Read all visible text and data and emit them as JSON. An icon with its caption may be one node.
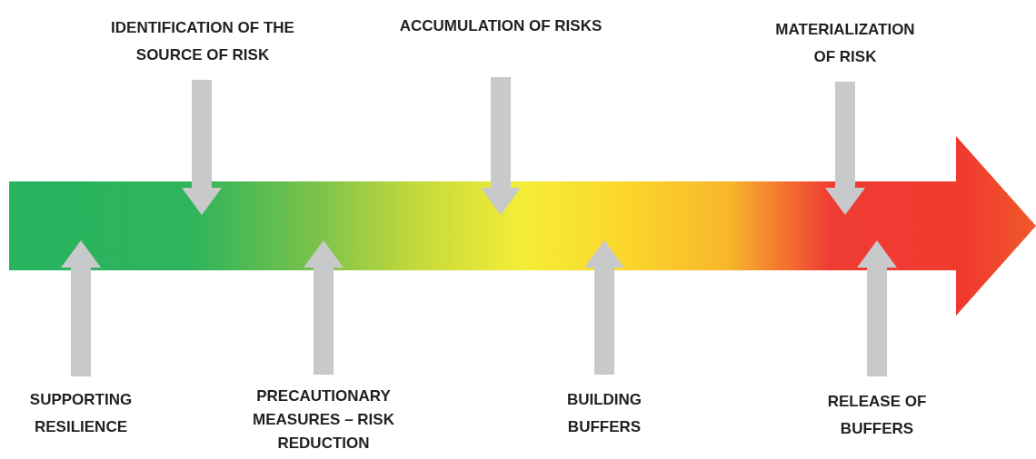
{
  "diagram": {
    "nodes": [
      {
        "text": [],
        "shape": "arrow"
      },
      {
        "text": [
          "IDENTIFICATION OF THE SOURCE OF RISK"
        ]
      },
      {
        "text": [
          "ACCUMULATION OF RISKS"
        ]
      },
      {
        "text": [
          "MATERIALIZATION OF RISK"
        ]
      },
      {
        "text": [
          "SUPPORTING RESILIENCE"
        ]
      },
      {
        "text": [
          "PRECAUTIONARY MEASURES – RISK REDUCTION"
        ]
      },
      {
        "text": [
          "BUILDING BUFFERS"
        ]
      },
      {
        "text": [
          "RELEASE OF BUFFERS"
        ]
      }
    ],
    "edges": [
      {
        "from": 1,
        "to": 0,
        "arrow": "to"
      },
      {
        "from": 2,
        "to": 0,
        "arrow": "to"
      },
      {
        "from": 3,
        "to": 0,
        "arrow": "to"
      },
      {
        "from": 4,
        "to": 0,
        "arrow": "to"
      },
      {
        "from": 5,
        "to": 0,
        "arrow": "to"
      },
      {
        "from": 6,
        "to": 0,
        "arrow": "to"
      },
      {
        "from": 7,
        "to": 0,
        "arrow": "to"
      }
    ]
  }
}
